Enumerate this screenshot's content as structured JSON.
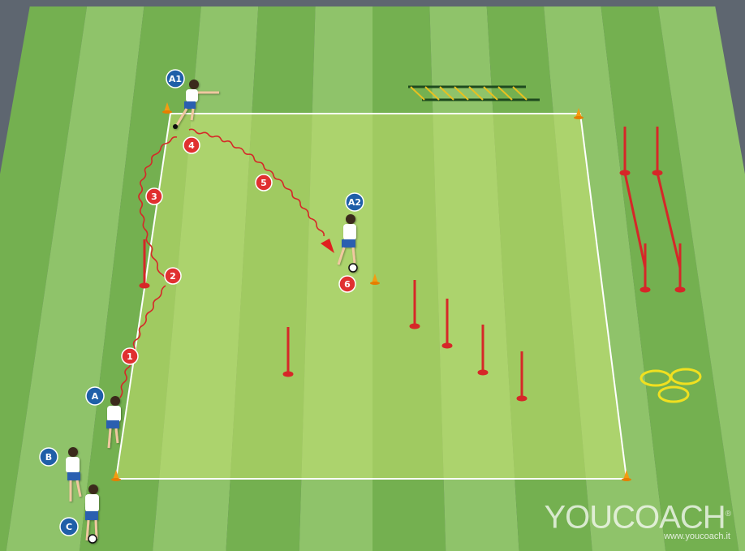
{
  "colors": {
    "grass_light": "#8fc36a",
    "grass_dark": "#74b050",
    "area_fill": "#b8dc6a",
    "line": "#ffffff",
    "pole": "#d62728",
    "cone": "#f39c12",
    "player_label": "#1f5fa8",
    "step_label": "#e03030",
    "hoop": "#f0e020",
    "ladder": "#1e4a1e"
  },
  "players": [
    {
      "label": "A1"
    },
    {
      "label": "A2"
    },
    {
      "label": "A"
    },
    {
      "label": "B"
    },
    {
      "label": "C"
    }
  ],
  "steps": [
    "1",
    "2",
    "3",
    "4",
    "5",
    "6"
  ],
  "equipment": {
    "poles": "red slalom poles",
    "cones": "orange cones",
    "hoops": "yellow hoops",
    "ladder": "agility ladder"
  },
  "logo": {
    "brand": "YOUCOACH",
    "registered": "®",
    "url": "www.youcoach.it"
  }
}
